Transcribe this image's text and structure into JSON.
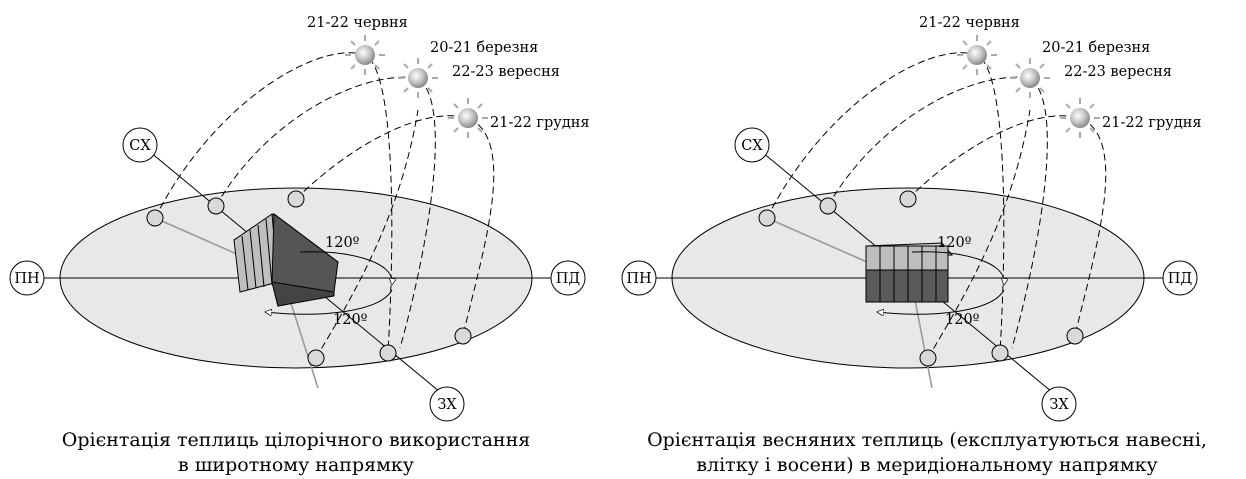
{
  "panels": [
    {
      "dates": {
        "summer": "21-22 червня",
        "equinox_spring": "20-21 березня",
        "equinox_autumn": "22-23 вересня",
        "winter": "21-22 грудня"
      },
      "directions": {
        "ne": "СХ",
        "nw": "ЗХ",
        "west": "ПН",
        "east": "ПД"
      },
      "angles": {
        "top": "120º",
        "bottom": "120º"
      },
      "caption": [
        "Орієнтація теплиць цілорічного використання",
        "в широтному напрямку"
      ]
    },
    {
      "dates": {
        "summer": "21-22 червня",
        "equinox_spring": "20-21 березня",
        "equinox_autumn": "22-23 вересня",
        "winter": "21-22 грудня"
      },
      "directions": {
        "ne": "СХ",
        "nw": "ЗХ",
        "west": "ПН",
        "east": "ПД"
      },
      "angles": {
        "top": "120º",
        "bottom": "120º"
      },
      "caption": [
        "Орієнтація весняних теплиць (експлуатуються навесні,",
        "влітку і восени) в меридіональному напрямку"
      ]
    }
  ]
}
